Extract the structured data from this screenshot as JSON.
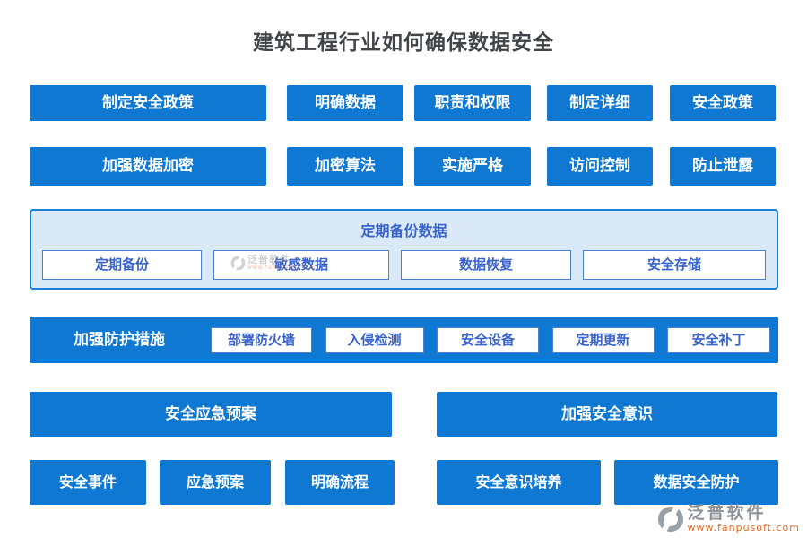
{
  "title": "建筑工程行业如何确保数据安全",
  "row1": {
    "items": [
      "制定安全政策",
      "明确数据",
      "职责和权限",
      "制定详细",
      "安全政策"
    ]
  },
  "row2": {
    "items": [
      "加强数据加密",
      "加密算法",
      "实施严格",
      "访问控制",
      "防止泄露"
    ]
  },
  "backup_panel": {
    "header": "定期备份数据",
    "items": [
      "定期备份",
      "敏感数据",
      "数据恢复",
      "安全存储"
    ]
  },
  "protection_bar": {
    "label": "加强防护措施",
    "items": [
      "部署防火墙",
      "入侵检测",
      "安全设备",
      "定期更新",
      "安全补丁"
    ]
  },
  "row5": {
    "items": [
      "安全应急预案",
      "加强安全意识"
    ]
  },
  "row6": {
    "items": [
      "安全事件",
      "应急预案",
      "明确流程",
      "安全意识培养",
      "数据安全防护"
    ]
  },
  "watermark": {
    "brand": "泛普软件",
    "url": "www.fanpusoft.com"
  },
  "colors": {
    "primary_blue": "#0e78d2",
    "panel_bg": "#d9e9f8",
    "panel_border": "#1b7ed8",
    "accent_text_blue": "#3a64cb",
    "white_btn_border": "#4d7fd0",
    "title_gray": "#414449",
    "watermark_gray": "#8d9399",
    "watermark_orange": "#e2691f"
  }
}
